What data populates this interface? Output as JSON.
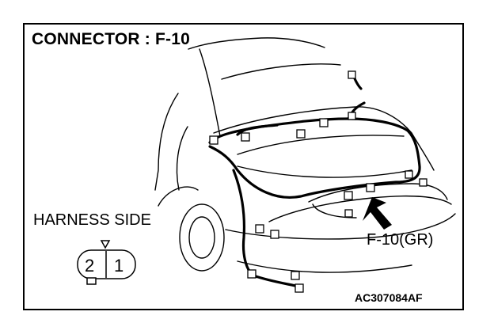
{
  "diagram": {
    "title": "CONNECTOR : F-10",
    "harness_label": "HARNESS SIDE",
    "callout_label": "F-10(GR)",
    "figure_code": "AC307084AF",
    "connector_pins": [
      "2",
      "1"
    ]
  }
}
